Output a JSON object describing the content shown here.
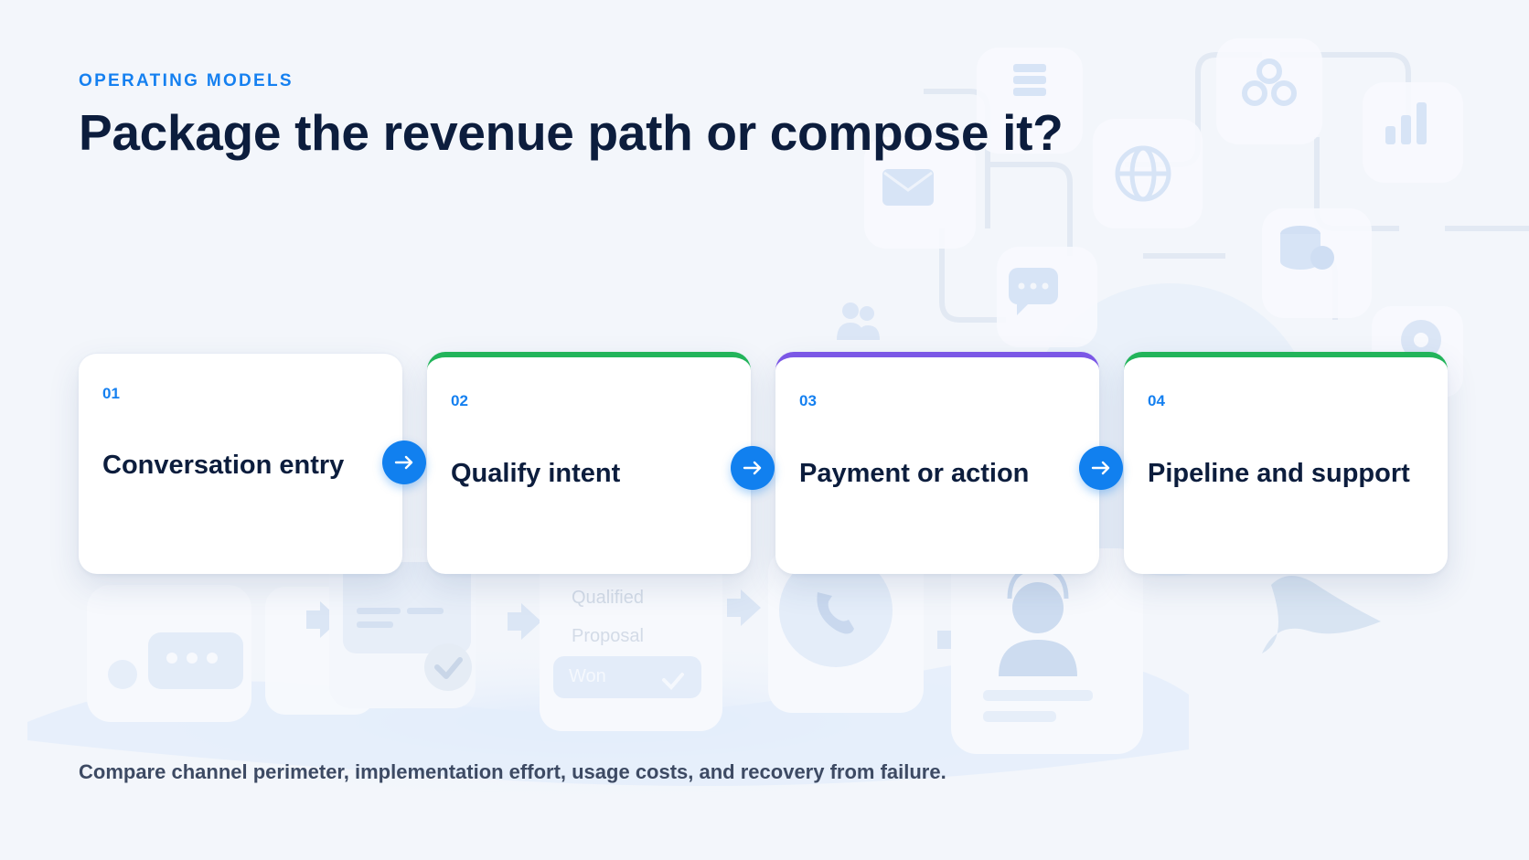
{
  "slide": {
    "eyebrow": "OPERATING MODELS",
    "title": "Package the revenue path or compose it?",
    "footer": "Compare channel perimeter, implementation effort, usage costs, and recovery from failure."
  },
  "steps": [
    {
      "number": "01",
      "label": "Conversation entry",
      "accent": "none"
    },
    {
      "number": "02",
      "label": "Qualify intent",
      "accent": "#22b45a"
    },
    {
      "number": "03",
      "label": "Payment or action",
      "accent": "#7b57e6"
    },
    {
      "number": "04",
      "label": "Pipeline and support",
      "accent": "#22b45a"
    }
  ],
  "background": {
    "pipeline_stages": [
      "Qualified",
      "Proposal",
      "Won"
    ],
    "icons": [
      "list-icon",
      "webhook-icon",
      "bar-chart-icon",
      "mail-icon",
      "globe-icon",
      "database-icon",
      "chat-icon",
      "users-icon",
      "gear-icon",
      "phone-icon",
      "support-agent-icon",
      "check-icon",
      "arrow-icon"
    ]
  },
  "colors": {
    "accent_blue": "#1580f0",
    "accent_green": "#22b45a",
    "accent_purple": "#7b57e6",
    "title": "#0c1d3d",
    "body_text": "#3d4a63",
    "background": "#f3f6fb"
  }
}
